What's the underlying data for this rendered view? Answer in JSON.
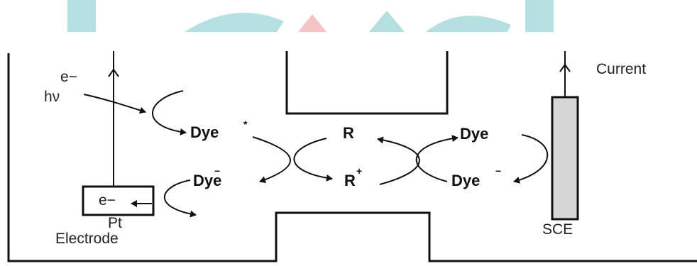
{
  "diagram": {
    "labels": {
      "e_minus_top": "e−",
      "hv": "hν",
      "current": "Current",
      "dye_excited": "Dye",
      "dye_excited_sup": "*",
      "r": "R",
      "dye_right_top": "Dye",
      "dye_anion_left": "Dye",
      "dye_anion_left_sup": "−",
      "r_plus": "R",
      "r_plus_sup": "+",
      "dye_anion_right": "Dye",
      "dye_anion_right_sup": "−",
      "e_minus_box": "e−",
      "pt": "Pt",
      "electrode": "Electrode",
      "sce": "SCE"
    },
    "colors": {
      "line": "#111111",
      "sce_fill": "#d6d6d6",
      "watermark_teal": "#2fa6a8",
      "watermark_red": "#e45a5a"
    }
  }
}
